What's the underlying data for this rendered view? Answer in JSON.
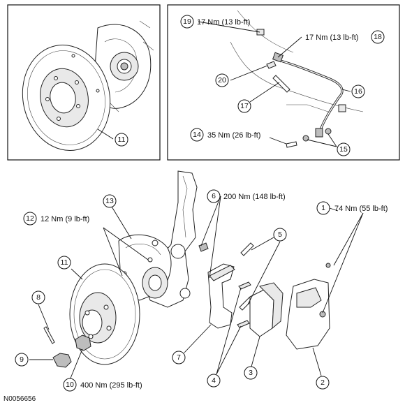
{
  "callouts": [
    {
      "id": "c11a",
      "num": "11"
    },
    {
      "id": "c19",
      "num": "19",
      "label": "17 Nm (13 lb-ft)"
    },
    {
      "id": "c18",
      "num": "18",
      "label": "17 Nm (13 lb-ft)"
    },
    {
      "id": "c20",
      "num": "20"
    },
    {
      "id": "c17",
      "num": "17"
    },
    {
      "id": "c16",
      "num": "16"
    },
    {
      "id": "c14",
      "num": "14",
      "label": "35 Nm (26 lb-ft)"
    },
    {
      "id": "c15",
      "num": "15"
    },
    {
      "id": "c6",
      "num": "6",
      "label": "200 Nm (148 lb-ft)"
    },
    {
      "id": "c1",
      "num": "1",
      "label": "74 Nm (55  lb-ft)"
    },
    {
      "id": "c13",
      "num": "13"
    },
    {
      "id": "c12",
      "num": "12",
      "label": "12 Nm (9 lb-ft)"
    },
    {
      "id": "c5",
      "num": "5"
    },
    {
      "id": "c11b",
      "num": "11"
    },
    {
      "id": "c8",
      "num": "8"
    },
    {
      "id": "c9",
      "num": "9"
    },
    {
      "id": "c7",
      "num": "7"
    },
    {
      "id": "c4",
      "num": "4"
    },
    {
      "id": "c3",
      "num": "3"
    },
    {
      "id": "c2",
      "num": "2"
    },
    {
      "id": "c10",
      "num": "10",
      "label": "400 Nm (295 lb-ft)"
    }
  ],
  "figure_code": "N0056656"
}
